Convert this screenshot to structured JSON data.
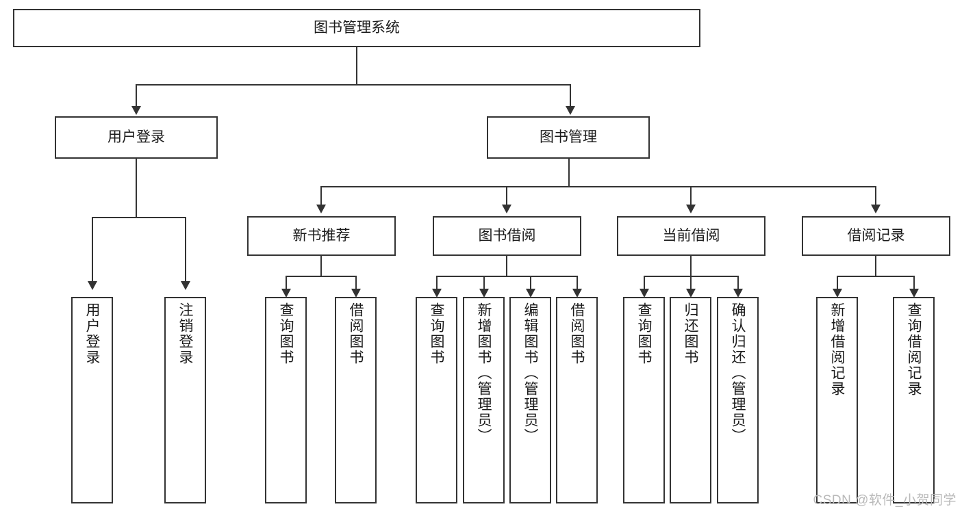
{
  "diagram": {
    "title": "图书管理系统",
    "type": "tree-hierarchy-diagram",
    "accent_color": "#333333",
    "background_color": "#ffffff",
    "root": {
      "label": "图书管理系统"
    },
    "level2": [
      {
        "label": "用户登录"
      },
      {
        "label": "图书管理"
      }
    ],
    "level3": [
      {
        "label": "新书推荐"
      },
      {
        "label": "图书借阅"
      },
      {
        "label": "当前借阅"
      },
      {
        "label": "借阅记录"
      }
    ],
    "leaves": {
      "user_login": [
        {
          "label": "用户登录"
        },
        {
          "label": "注销登录"
        }
      ],
      "new_book_recommend": [
        {
          "label": "查询图书"
        },
        {
          "label": "借阅图书"
        }
      ],
      "book_borrow": [
        {
          "label": "查询图书"
        },
        {
          "label": "新增图书（管理员）"
        },
        {
          "label": "编辑图书（管理员）"
        },
        {
          "label": "借阅图书"
        }
      ],
      "current_borrow": [
        {
          "label": "查询图书"
        },
        {
          "label": "归还图书"
        },
        {
          "label": "确认归还（管理员）"
        }
      ],
      "borrow_record": [
        {
          "label": "新增借阅记录"
        },
        {
          "label": "查询借阅记录"
        }
      ]
    }
  },
  "watermark": {
    "text": "CSDN @软件_小贺同学"
  }
}
